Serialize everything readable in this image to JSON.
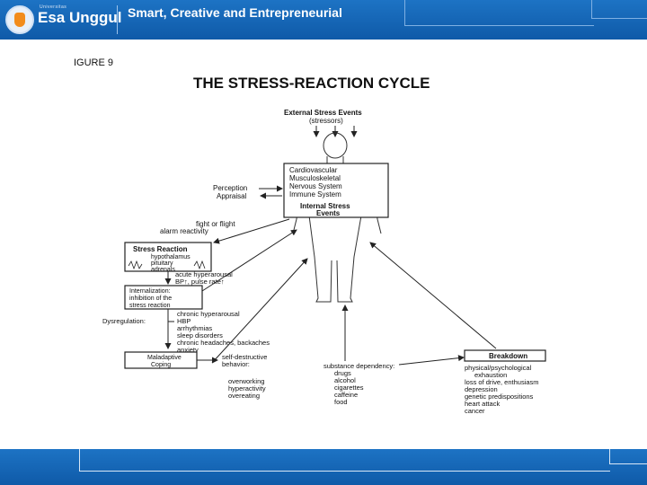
{
  "header": {
    "university_small": "Universitas",
    "brand": "Esa Unggul",
    "tagline": "Smart, Creative and Entrepreneurial"
  },
  "figure": {
    "figure_label": "IGURE 9",
    "title": "THE STRESS-REACTION CYCLE",
    "external_events": "External Stress Events",
    "external_events_sub": "(stressors)",
    "body_systems": [
      "Cardiovascular",
      "Musculoskeletal",
      "Nervous System",
      "Immune System"
    ],
    "internal_events": [
      "Internal Stress",
      "Events"
    ],
    "perception": [
      "Perception",
      "Appraisal"
    ],
    "fight_flight": [
      "fight or flight",
      "alarm reactivity"
    ],
    "stress_reaction": {
      "title": "Stress Reaction",
      "items": [
        "hypothalamus",
        "pituitary",
        "adrenals"
      ]
    },
    "acute": [
      "acute hyperarousal",
      "BP↑, pulse rate↑"
    ],
    "internalization": [
      "Internalization:",
      "inhibition of the",
      "stress reaction"
    ],
    "dysregulation": "Dysregulation:",
    "chronic": [
      "chronic hyperarousal",
      "HBP",
      "arrhythmias",
      "sleep disorders",
      "chronic headaches, backaches",
      "anxiety"
    ],
    "maladaptive": [
      "Maladaptive",
      "Coping"
    ],
    "self_destructive": [
      "self-destructive",
      "behavior:"
    ],
    "behaviors": [
      "overworking",
      "hyperactivity",
      "overeating"
    ],
    "substance": [
      "substance dependency:",
      "drugs",
      "alcohol",
      "cigarettes",
      "caffeine",
      "food"
    ],
    "breakdown": {
      "title": "Breakdown",
      "items": [
        "physical/psychological",
        "exhaustion",
        "loss of drive, enthusiasm",
        "depression",
        "genetic predispositions",
        "heart attack",
        "cancer"
      ]
    }
  }
}
